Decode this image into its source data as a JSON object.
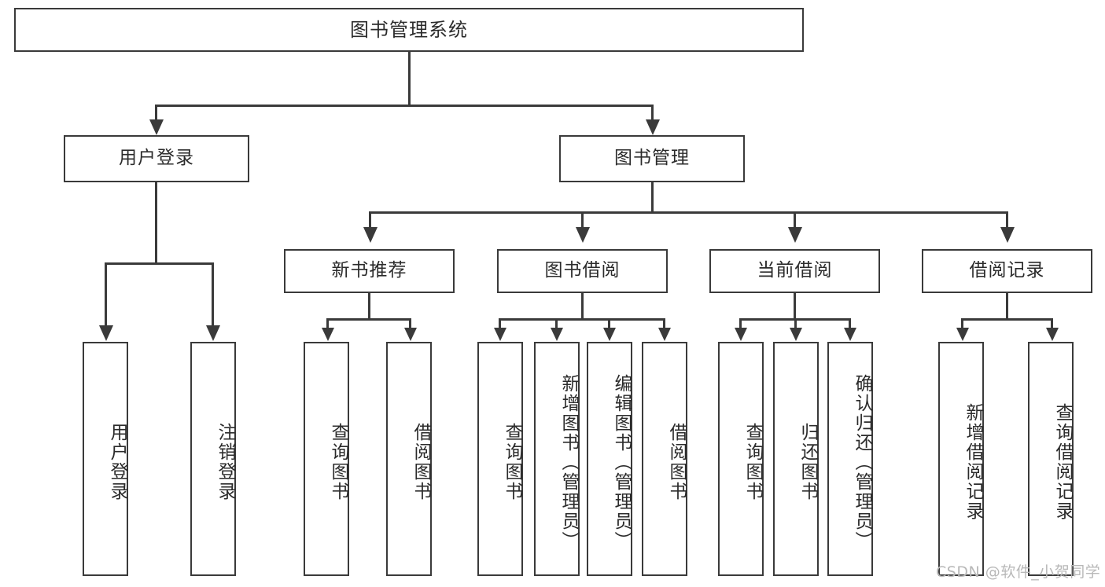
{
  "diagram": {
    "title": "图书管理系统",
    "type": "tree-hierarchy",
    "root": {
      "label": "图书管理系统"
    },
    "level2": [
      {
        "label": "用户登录"
      },
      {
        "label": "图书管理"
      }
    ],
    "level3": [
      {
        "label": "新书推荐"
      },
      {
        "label": "图书借阅"
      },
      {
        "label": "当前借阅"
      },
      {
        "label": "借阅记录"
      }
    ],
    "leaves": {
      "user_login": [
        {
          "label": "用户登录"
        },
        {
          "label": "注销登录"
        }
      ],
      "new_book_recommend": [
        {
          "label": "查询图书"
        },
        {
          "label": "借阅图书"
        }
      ],
      "book_borrow": [
        {
          "label": "查询图书"
        },
        {
          "label": "新增图书（管理员）"
        },
        {
          "label": "编辑图书（管理员）"
        },
        {
          "label": "借阅图书"
        }
      ],
      "current_borrow": [
        {
          "label": "查询图书"
        },
        {
          "label": "归还图书"
        },
        {
          "label": "确认归还（管理员）"
        }
      ],
      "borrow_record": [
        {
          "label": "新增借阅记录"
        },
        {
          "label": "查询借阅记录"
        }
      ]
    }
  },
  "watermark": {
    "text": "CSDN @软件_小贺同学"
  },
  "colors": {
    "stroke": "#3a3a3a",
    "text": "#2b2b2b",
    "background": "#ffffff",
    "watermark": "#b8b8b8"
  }
}
